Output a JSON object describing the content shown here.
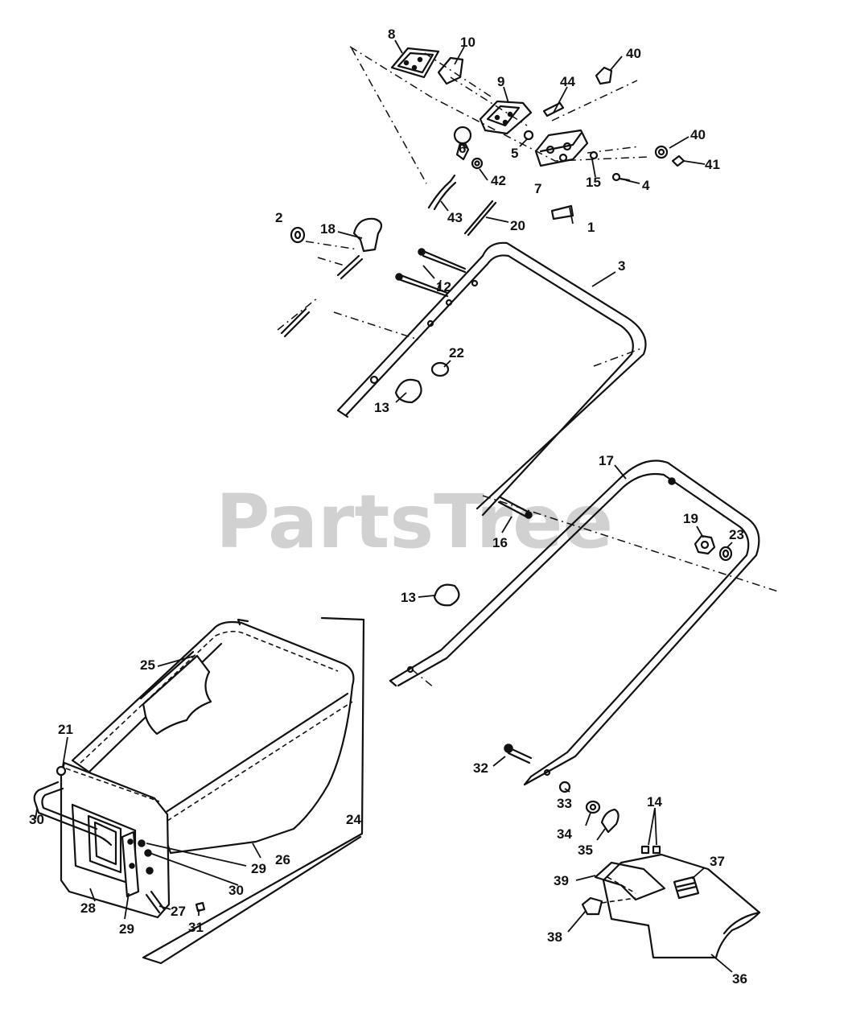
{
  "watermark": "PartsTree",
  "callouts": {
    "n1": "1",
    "n2": "2",
    "n3": "3",
    "n4": "4",
    "n5": "5",
    "n6": "6",
    "n7": "7",
    "n8": "8",
    "n9": "9",
    "n10": "10",
    "n12": "12",
    "n13a": "13",
    "n13b": "13",
    "n14": "14",
    "n15": "15",
    "n16": "16",
    "n17": "17",
    "n18": "18",
    "n19": "19",
    "n20": "20",
    "n21": "21",
    "n22": "22",
    "n23": "23",
    "n24": "24",
    "n25": "25",
    "n26": "26",
    "n27": "27",
    "n28": "28",
    "n29a": "29",
    "n29b": "29",
    "n30a": "30",
    "n30b": "30",
    "n31": "31",
    "n32": "32",
    "n33": "33",
    "n34": "34",
    "n35": "35",
    "n36": "36",
    "n37": "37",
    "n38": "38",
    "n39": "39",
    "n40a": "40",
    "n40b": "40",
    "n41": "41",
    "n42": "42",
    "n43": "43",
    "n44": "44"
  },
  "colors": {
    "line": "#111111",
    "watermark": "#c9c9c9",
    "background": "#ffffff"
  }
}
